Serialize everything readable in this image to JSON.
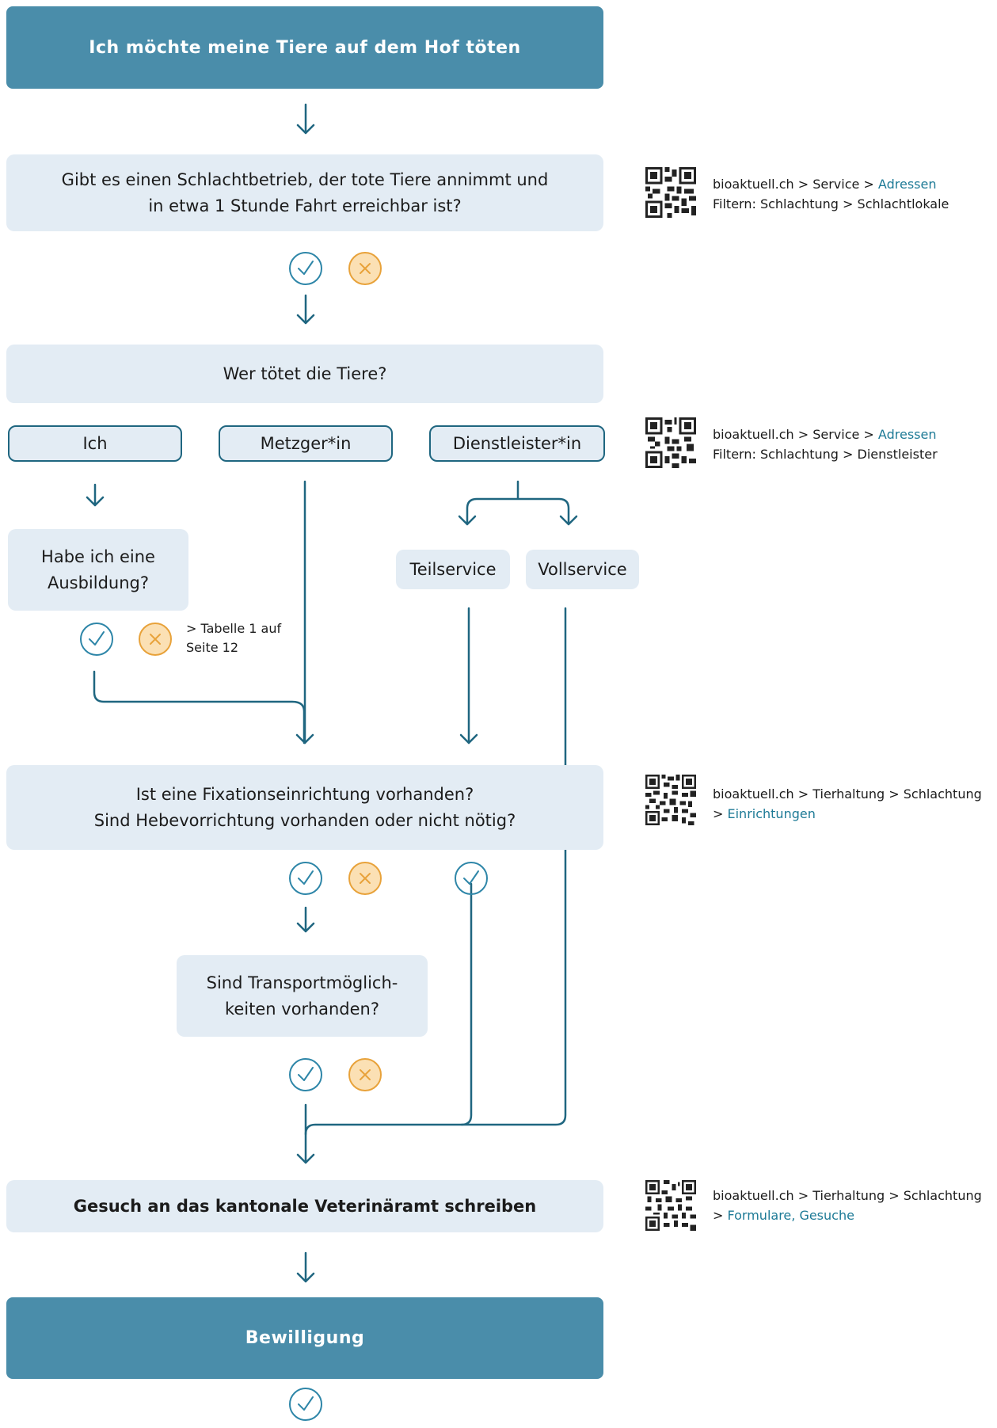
{
  "title": "Ich möchte meine Tiere auf dem Hof töten",
  "q1": "Gibt es einen Schlachtbetrieb, der tote Tiere annimmt und\nin etwa 1 Stunde Fahrt erreichbar ist?",
  "q2": "Wer tötet die Tiere?",
  "options": {
    "ich": "Ich",
    "metzger": "Metzger*in",
    "dienst": "Dienstleister*in"
  },
  "q_ausbildung": "Habe ich eine\nAusbildung?",
  "teilservice": "Teilservice",
  "vollservice": "Vollservice",
  "note_tabelle": "> Tabelle 1 auf\nSeite 12",
  "q3": "Ist eine Fixationseinrichtung vorhanden?\nSind Hebevorrichtung vorhanden oder nicht nötig?",
  "q4": "Sind Transportmöglich-\nkeiten vorhanden?",
  "gesuch": "Gesuch an das kantonale Veterinäramt schreiben",
  "bewilligung": "Bewilligung",
  "refs": {
    "r1": {
      "path": "bioaktuell.ch > Service > ",
      "link": "Adressen",
      "line2": "Filtern: Schlachtung > Schlachtlokale"
    },
    "r2": {
      "path": "bioaktuell.ch > Service > ",
      "link": "Adressen",
      "line2": "Filtern: Schlachtung > Dienstleister"
    },
    "r3": {
      "line1": "bioaktuell.ch > Tierhaltung > Schlachtung",
      "prefix": "> ",
      "link": "Einrichtungen"
    },
    "r4": {
      "line1": "bioaktuell.ch > Tierhaltung > Schlachtung",
      "prefix": "> ",
      "link": "Formulare, Gesuche"
    }
  },
  "colors": {
    "accent": "#4a8daa",
    "line": "#1f6680",
    "box": "#e3ecf4",
    "yes": "#2e86a8",
    "no": "#e8a23a",
    "no_fill": "#fbe0b4",
    "link": "#1d7a96"
  },
  "icons": [
    "check-circle-icon",
    "cross-circle-icon",
    "qr-code-icon",
    "arrow-down-icon"
  ]
}
